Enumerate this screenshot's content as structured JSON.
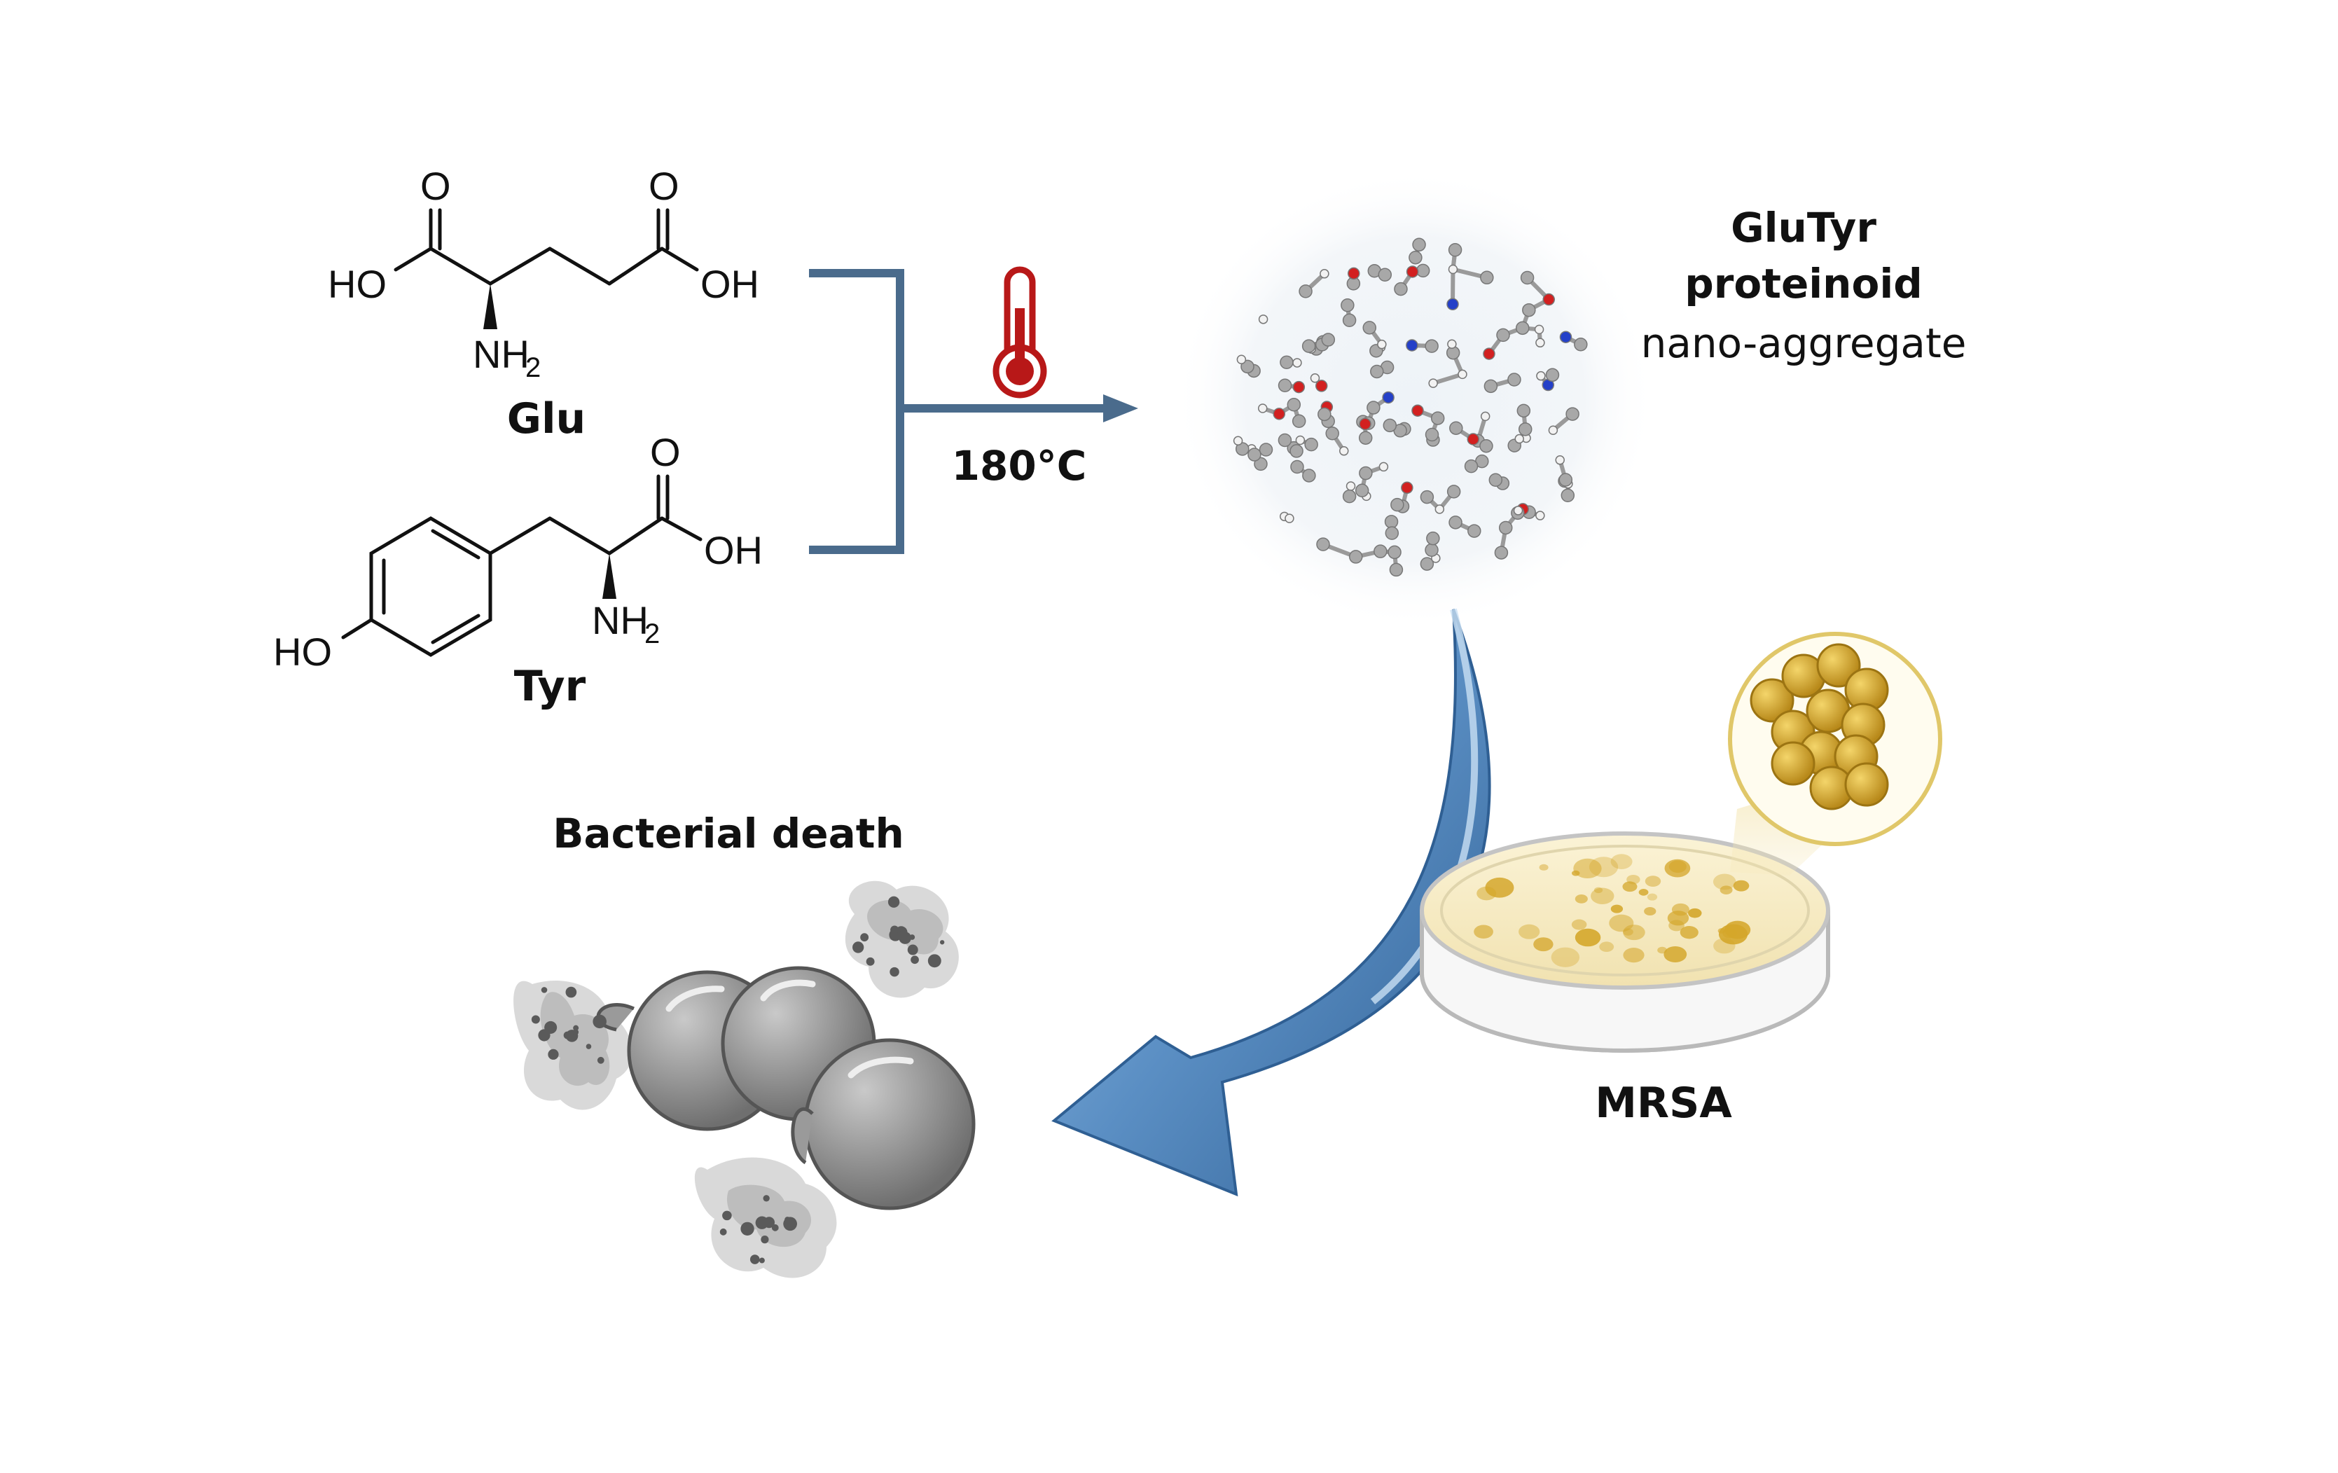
{
  "molecules": {
    "glu": {
      "name": "Glu",
      "o_left": "O",
      "o_right": "O",
      "ho": "HO",
      "oh": "OH",
      "nh": "NH",
      "sub": "2"
    },
    "tyr": {
      "name": "Tyr",
      "o": "O",
      "oh": "OH",
      "ho": "HO",
      "nh": "NH",
      "sub": "2"
    }
  },
  "reaction": {
    "temperature": "180°C",
    "icon": "thermometer-icon",
    "thermometer_color": "#b81818",
    "arrow_color": "#4a6b8c"
  },
  "product": {
    "line1": "GluTyr",
    "line2": "proteinoid",
    "line3": "nano-aggregate"
  },
  "culture": {
    "label": "MRSA",
    "colony_color": "#d4a62a"
  },
  "outcome": {
    "label": "Bacterial death"
  },
  "curved_arrow_color": "#5b8fc4"
}
